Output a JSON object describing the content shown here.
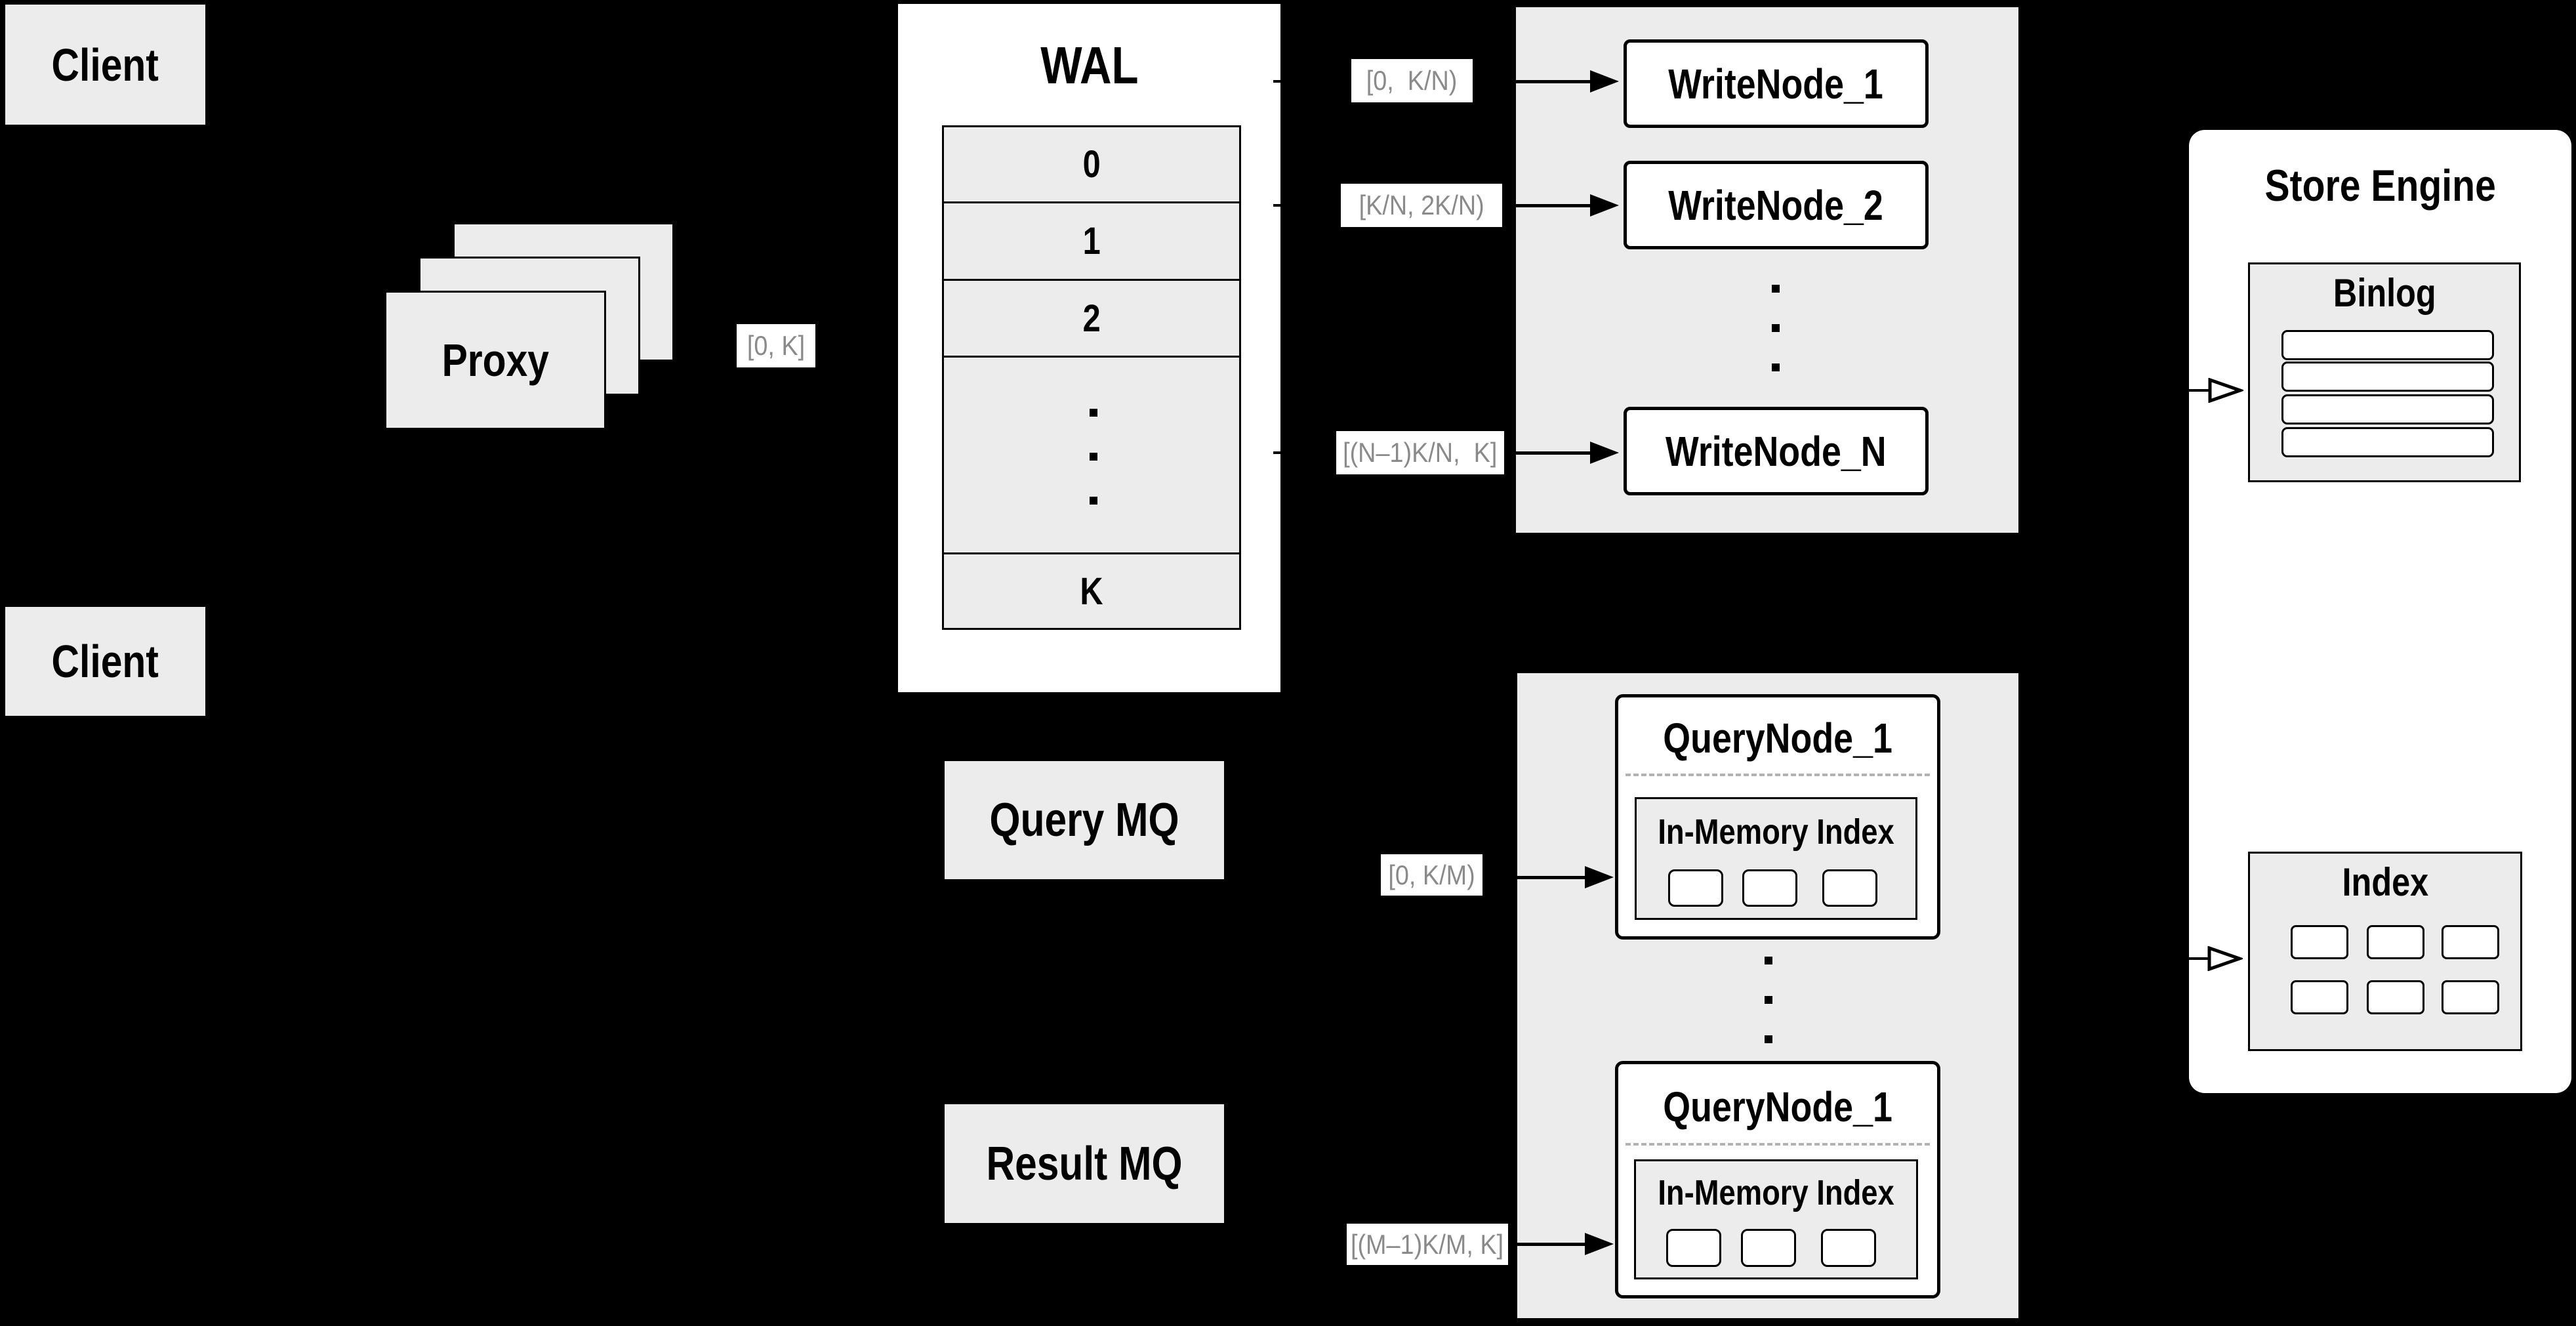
{
  "clients": {
    "top": "Client",
    "bottom": "Client"
  },
  "proxy": {
    "label": "Proxy",
    "range_label": "[0, K]"
  },
  "wal": {
    "title": "WAL",
    "rows": [
      "0",
      "1",
      "2",
      "K"
    ]
  },
  "write_section": {
    "ranges": [
      "[0,  K/N)",
      "[K/N, 2K/N)",
      "[(N–1)K/N,  K]"
    ],
    "nodes": [
      "WriteNode_1",
      "WriteNode_2",
      "WriteNode_N"
    ]
  },
  "mq": {
    "query": "Query MQ",
    "result": "Result MQ"
  },
  "query_section": {
    "ranges": [
      "[0, K/M)",
      "[(M–1)K/M, K]"
    ],
    "nodes": [
      {
        "title": "QueryNode_1",
        "inner": "In-Memory Index"
      },
      {
        "title": "QueryNode_1",
        "inner": "In-Memory Index"
      }
    ]
  },
  "store_engine": {
    "title": "Store Engine",
    "binlog_title": "Binlog",
    "index_title": "Index"
  },
  "colors": {
    "background": "#000000",
    "box_fill": "#ececec",
    "node_fill": "#ffffff",
    "line": "#000000",
    "range_text": "#8a8a8a",
    "dash": "#b3b3b3"
  }
}
